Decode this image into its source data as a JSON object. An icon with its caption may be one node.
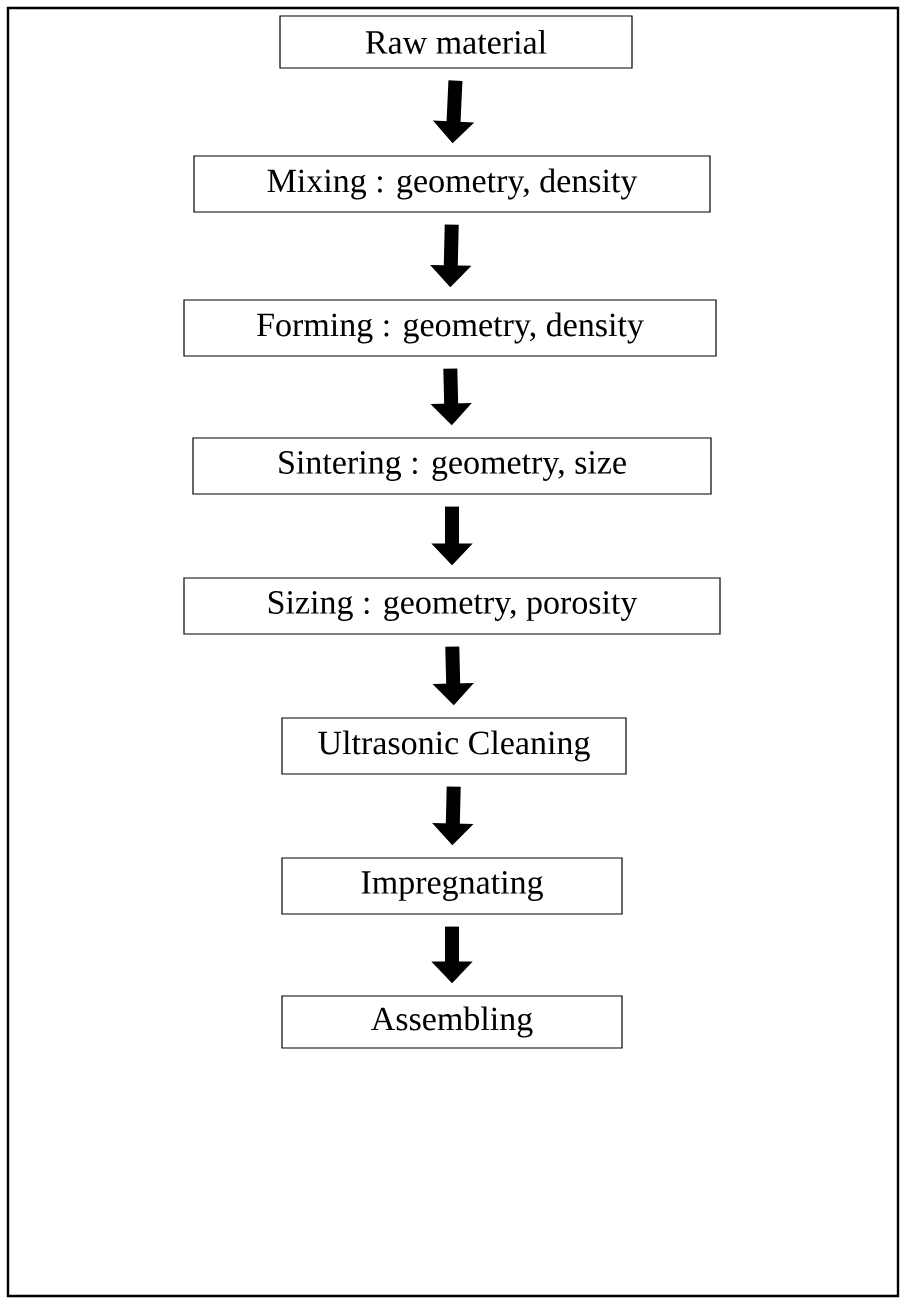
{
  "diagram": {
    "nodes": [
      {
        "text": [
          "Raw material"
        ]
      },
      {
        "text": [
          "Mixing : geometry, density"
        ]
      },
      {
        "text": [
          "Forming : geometry, density"
        ]
      },
      {
        "text": [
          "Sintering : geometry, size"
        ]
      },
      {
        "text": [
          "Sizing : geometry, porosity"
        ]
      },
      {
        "text": [
          "Ultrasonic Cleaning"
        ]
      },
      {
        "text": [
          "Impregnating"
        ]
      },
      {
        "text": [
          "Assembling"
        ]
      }
    ],
    "edges": [
      {
        "from": 0,
        "to": 1,
        "arrow": "to"
      },
      {
        "from": 1,
        "to": 2,
        "arrow": "to"
      },
      {
        "from": 2,
        "to": 3,
        "arrow": "to"
      },
      {
        "from": 3,
        "to": 4,
        "arrow": "to"
      },
      {
        "from": 4,
        "to": 5,
        "arrow": "to"
      },
      {
        "from": 5,
        "to": 6,
        "arrow": "to"
      },
      {
        "from": 6,
        "to": 7,
        "arrow": "to"
      }
    ]
  }
}
